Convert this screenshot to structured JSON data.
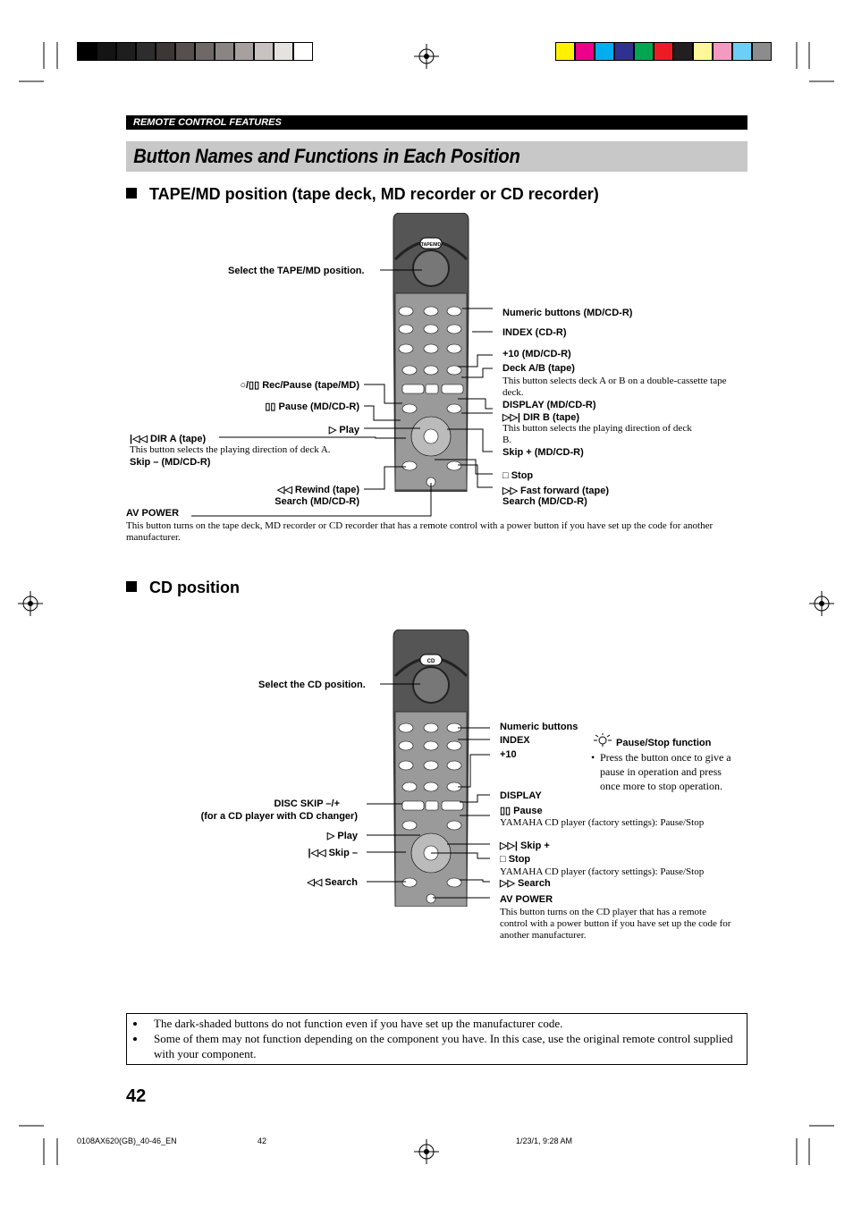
{
  "header": {
    "section": "REMOTE CONTROL FEATURES",
    "title": "Button Names and Functions in Each Position"
  },
  "colors": {
    "gray_bar": [
      "#000000",
      "#141414",
      "#1e1e1e",
      "#2d2d2d",
      "#3c3636",
      "#55504e",
      "#6e6866",
      "#8a8482",
      "#a6a09e",
      "#c8c2c0",
      "#e6e2e0",
      "#ffffff"
    ],
    "color_bar": [
      "#fff200",
      "#ec008c",
      "#00aeef",
      "#2e3192",
      "#00a651",
      "#ed1c24",
      "#231f20",
      "#fff799",
      "#f49ac1",
      "#6dcff6",
      "#8c8c8c"
    ]
  },
  "tape": {
    "heading": "TAPE/MD position (tape deck, MD recorder or CD recorder)",
    "select": "Select the TAPE/MD position.",
    "numeric": "Numeric buttons (MD/CD-R)",
    "index": "INDEX (CD-R)",
    "plus10": "+10 (MD/CD-R)",
    "deck_ab": "Deck A/B (tape)",
    "deck_ab_desc": "This button selects deck A or B on a double-cassette tape deck.",
    "display": "DISPLAY (MD/CD-R)",
    "dir_b": "▷▷| DIR B (tape)",
    "dir_b_desc": "This button selects the playing direction of deck B.",
    "skip_plus": "Skip + (MD/CD-R)",
    "stop": "□ Stop",
    "ff": "▷▷  Fast forward (tape)",
    "ff_search": "Search (MD/CD-R)",
    "rec_pause": "○/▯▯ Rec/Pause (tape/MD)",
    "pause": "▯▯ Pause (MD/CD-R)",
    "play": "▷  Play",
    "dir_a": "|◁◁  DIR A (tape)",
    "dir_a_desc": "This button selects the playing direction of deck A.",
    "skip_minus": "Skip – (MD/CD-R)",
    "rewind": "◁◁ Rewind (tape)",
    "rew_search": "Search (MD/CD-R)",
    "av_power": "AV POWER",
    "av_power_desc": "This button turns on the tape deck, MD recorder or CD recorder that has a remote control with a power button if you have set up the code for another manufacturer."
  },
  "cd": {
    "heading": "CD position",
    "select": "Select the CD position.",
    "numeric": "Numeric buttons",
    "index": "INDEX",
    "plus10": "+10",
    "pause_stop_title": "Pause/Stop function",
    "pause_stop_desc": "Press the button once to give a pause in operation and press once more to stop operation.",
    "disc_skip": "DISC SKIP –/+",
    "disc_skip_sub": "(for a CD player with CD changer)",
    "play": "▷  Play",
    "skip_minus": "|◁◁  Skip –",
    "search_left": "◁◁  Search",
    "display": "DISPLAY",
    "pause": "▯▯ Pause",
    "pause_note": "YAMAHA CD player (factory settings): Pause/Stop",
    "skip_plus": "▷▷|  Skip +",
    "stop": "□ Stop",
    "stop_note": "YAMAHA CD player (factory settings): Pause/Stop",
    "search_right": "▷▷  Search",
    "av_power": "AV POWER",
    "av_power_desc": "This button turns on the CD player that has a remote control with a power button if you have set up the code for another manufacturer."
  },
  "notes": [
    "The dark-shaded buttons do not function even if you have set up the manufacturer code.",
    "Some of them may not function depending on the component you have. In this case, use the original remote control supplied with your component."
  ],
  "page_number": "42",
  "footer": {
    "file": "0108AX620(GB)_40-46_EN",
    "page": "42",
    "date": "1/23/1, 9:28 AM"
  }
}
